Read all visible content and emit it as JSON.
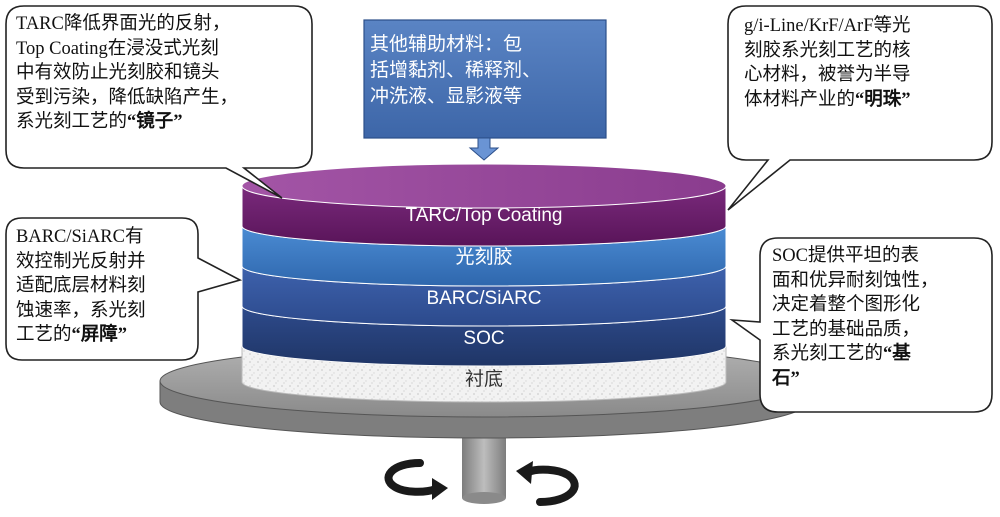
{
  "aux_box": {
    "line1": "其他辅助材料：包",
    "line2": "括增黏剂、稀释剂、",
    "line3": "冲洗液、显影液等"
  },
  "layers": [
    {
      "label": "TARC/Top Coating",
      "color": "#6b1f6b"
    },
    {
      "label": "光刻胶",
      "color": "#3f7bc3"
    },
    {
      "label": "BARC/SiARC",
      "color": "#34559f"
    },
    {
      "label": "SOC",
      "color": "#27407c"
    },
    {
      "label": "衬底",
      "color": "#eeeeee"
    }
  ],
  "callouts": {
    "tarc": {
      "line1": "TARC降低界面光的反射，",
      "line2": "Top Coating在浸没式光刻",
      "line3": "中有效防止光刻胶和镜头",
      "line4": "受到污染，降低缺陷产生，",
      "line5_prefix": "系光刻工艺的",
      "line5_bold": "“镜子”"
    },
    "barc": {
      "line1": "BARC/SiARC有",
      "line2": "效控制光反射并",
      "line3": "适配底层材料刻",
      "line4": "蚀速率，系光刻",
      "line5_prefix": "工艺的",
      "line5_bold": "“屏障”"
    },
    "photoresist": {
      "line1": "g/i-Line/KrF/ArF等光",
      "line2": "刻胶系光刻工艺的核",
      "line3": "心材料，被誉为半导",
      "line4_prefix": "体材料产业的",
      "line4_bold": "“明珠”"
    },
    "soc": {
      "line1": "SOC提供平坦的表",
      "line2": "面和优异耐刻蚀性，",
      "line3": "决定着整个图形化",
      "line4": "工艺的基础品质，",
      "line5_prefix": "系光刻工艺的",
      "line5_bold": "“基",
      "line6_bold": "石”"
    }
  },
  "colors": {
    "aux_box_fill": "#4a73b4",
    "platform": "#9c9c9c",
    "arrow": "#1a1a1a"
  }
}
